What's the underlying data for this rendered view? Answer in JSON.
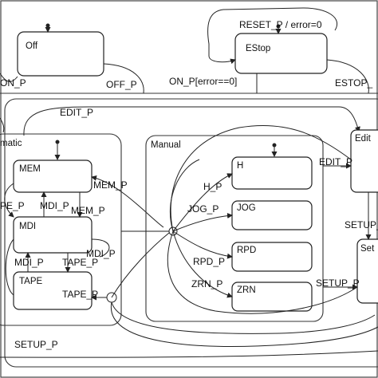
{
  "states": {
    "off": "Off",
    "estop": "EStop",
    "automatic": "matic",
    "mem": "MEM",
    "mdi": "MDI",
    "tape": "TAPE",
    "manual": "Manual",
    "h": "H",
    "jog": "JOG",
    "rpd": "RPD",
    "zrn": "ZRN",
    "edit": "Edit",
    "setup": "Set"
  },
  "transitions": {
    "reset_error": "RESET_P / error=0",
    "on_p_left": "ON_P",
    "off_p": "OFF_P",
    "on_p_error": "ON_P[error==0]",
    "estop_p": "ESTOP_",
    "edit_p_top": "EDIT_P",
    "mem_p": "MEM_P",
    "tape_p_left": "PE_P",
    "mdi_p_top": "MDI_P",
    "mem_p_lower": "MEM_P",
    "mdi_p_right": "MDI_P",
    "mdi_p_bottom": "MDI_P",
    "tape_p_mid": "TAPE_P",
    "tape_p_arrow": "TAPE_P",
    "h_p": "H_P",
    "jog_p": "JOG_P",
    "rpd_p": "RPD_P",
    "zrn_p": "ZRN_P",
    "edit_p_right": "EDIT_P",
    "setup_p_right": "SETUP_",
    "setup_p_mid": "SETUP_P",
    "setup_p_bottom": "SETUP_P"
  }
}
